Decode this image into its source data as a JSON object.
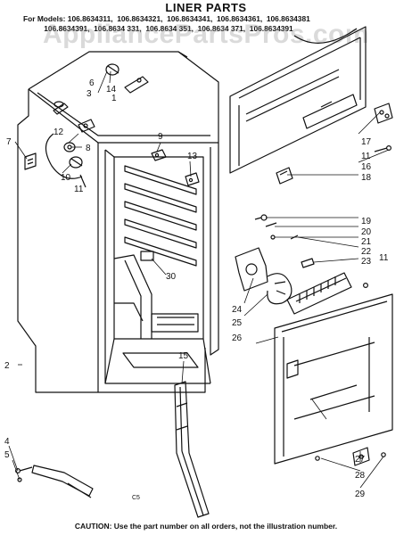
{
  "page": {
    "title": "LINER PARTS",
    "models_line1": "For Models: 106.8634311,  106.8634321,  106.8634341,  106.8634361,  106.8634381",
    "models_line2": "          106.8634391,  106.8634 331,  106.8634 351,  106.8634 371,  106.8634391",
    "watermark": "AppliancePartsPros.com",
    "caution": "CAUTION: Use the part number on all orders, not the illustration number.",
    "code_mark": "C5"
  },
  "callouts": {
    "c1": "1",
    "c2": "2",
    "c3": "3",
    "c4": "4",
    "c5": "5",
    "c6": "6",
    "c7": "7",
    "c8": "8",
    "c9": "9",
    "c10": "10",
    "c11a": "11",
    "c11b": "11",
    "c11c": "11",
    "c12": "12",
    "c13": "13",
    "c14": "14",
    "c15": "15",
    "c16": "16",
    "c17": "17",
    "c18": "18",
    "c19": "19",
    "c20": "20",
    "c21": "21",
    "c22": "22",
    "c23": "23",
    "c24": "24",
    "c25": "25",
    "c26": "26",
    "c27": "27",
    "c28": "28",
    "c29": "29",
    "c30": "30"
  }
}
